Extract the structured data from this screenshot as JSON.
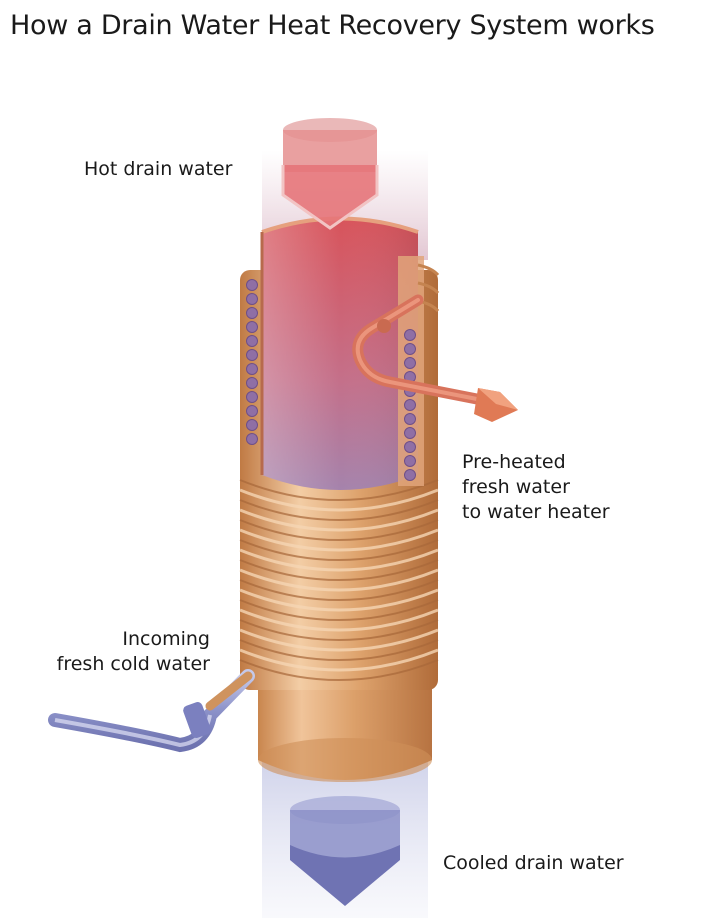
{
  "title": "How a Drain Water Heat Recovery System works",
  "labels": {
    "hot_drain": "Hot drain water",
    "preheated": [
      "Pre-heated",
      "fresh water",
      "to water heater"
    ],
    "incoming": [
      "Incoming",
      "fresh cold water"
    ],
    "cooled": "Cooled drain water"
  },
  "colors": {
    "copper": "#d9a06b",
    "copper_dark": "#b97845",
    "hot_water": "#d9585f",
    "cold_water": "#6f72b3",
    "cold_pipe": "#9aa0d0"
  }
}
